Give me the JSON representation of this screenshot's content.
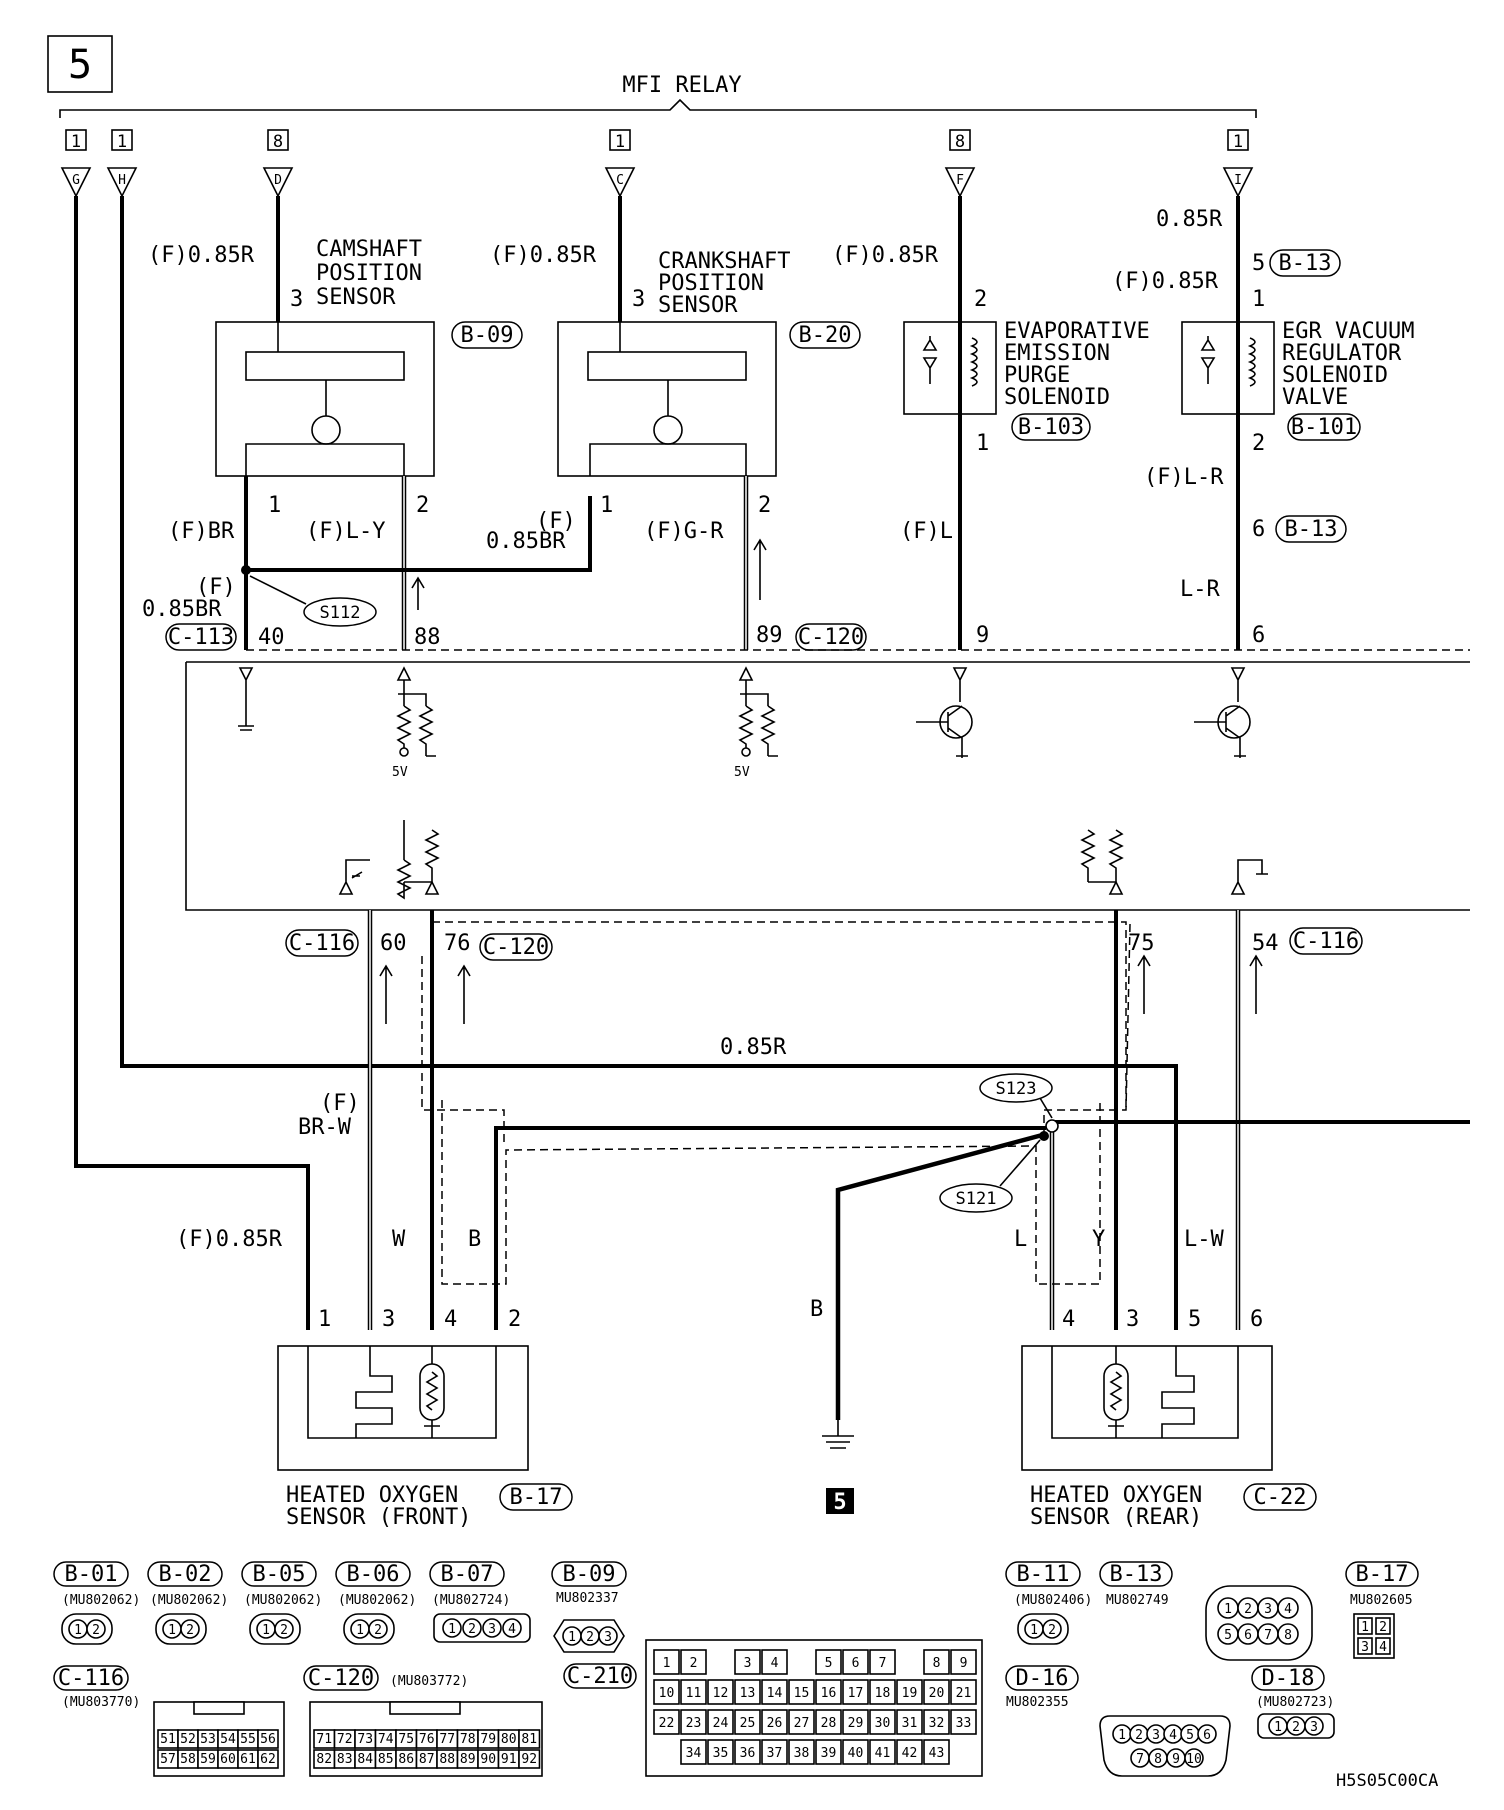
{
  "page_number": "5",
  "relay_label": "MFI RELAY",
  "top_terminals": [
    {
      "page": "1",
      "letter": "G"
    },
    {
      "page": "1",
      "letter": "H"
    },
    {
      "page": "8",
      "letter": "D"
    },
    {
      "page": "1",
      "letter": "C"
    },
    {
      "page": "8",
      "letter": "F"
    },
    {
      "page": "1",
      "letter": "I"
    }
  ],
  "components": {
    "camshaft": {
      "name": [
        "CAMSHAFT",
        "POSITION",
        "SENSOR"
      ],
      "connector": "B-09",
      "pin_power": "3",
      "pin_a": "1",
      "pin_b": "2"
    },
    "crankshaft": {
      "name": [
        "CRANKSHAFT",
        "POSITION",
        "SENSOR"
      ],
      "connector": "B-20",
      "pin_power": "3",
      "pin_a": "1",
      "pin_b": "2"
    },
    "evap": {
      "name": [
        "EVAPORATIVE",
        "EMISSION",
        "PURGE",
        "SOLENOID"
      ],
      "connector": "B-103",
      "pin_top": "2",
      "pin_bottom": "1"
    },
    "egr": {
      "name": [
        "EGR VACUUM",
        "REGULATOR",
        "SOLENOID",
        "VALVE"
      ],
      "connector": "B-101",
      "pin_top": "1",
      "pin_bottom": "2"
    },
    "o2_front": {
      "name": [
        "HEATED OXYGEN",
        "SENSOR (FRONT)"
      ],
      "connector": "B-17",
      "pins": [
        "1",
        "3",
        "4",
        "2"
      ]
    },
    "o2_rear": {
      "name": [
        "HEATED OXYGEN",
        "SENSOR (REAR)"
      ],
      "connector": "C-22",
      "pins": [
        "4",
        "3",
        "5",
        "6"
      ]
    }
  },
  "wire_labels": {
    "cam_power": "(F)0.85R",
    "crank_power": "(F)0.85R",
    "evap_power": "(F)0.85R",
    "egr_top": "0.85R",
    "egr_power": "(F)0.85R",
    "cam_1": "(F)BR",
    "cam_2": "(F)L-Y",
    "crank_1a": "(F)",
    "crank_1b": "0.85BR",
    "crank_2": "(F)G-R",
    "evap_1": "(F)L",
    "egr_2": "(F)L-R",
    "egr_6": "L-R",
    "ground_a": "(F)",
    "ground_b": "0.85BR",
    "heater_feed": "0.85R",
    "o2f_power": "(F)0.85R",
    "o2f_sig_a": "(F)",
    "o2f_sig_b": "BR-W",
    "o2f_w": "W",
    "o2f_b": "B",
    "o2r_l": "L",
    "o2r_y": "Y",
    "o2r_lw": "L-W",
    "ground_b_wire": "B"
  },
  "pin_numbers": {
    "egr_top_pin": "5",
    "egr_mid_pin": "6",
    "ecu_40": "40",
    "ecu_88": "88",
    "ecu_89": "89",
    "ecu_9": "9",
    "ecu_6": "6",
    "ecu_60": "60",
    "ecu_76": "76",
    "ecu_75": "75",
    "ecu_54": "54"
  },
  "connectors": {
    "b13_top": "B-13",
    "b13_mid": "B-13",
    "c113": "C-113",
    "c120_top": "C-120",
    "c116_left": "C-116",
    "c120_bottom": "C-120",
    "c116_right": "C-116"
  },
  "splices": {
    "s112": "S112",
    "s123": "S123",
    "s121": "S121"
  },
  "ecu_labels": {
    "v5_left": "5V",
    "v5_right": "5V"
  },
  "ground_number": "5",
  "legend": {
    "b01": {
      "label": "B-01",
      "part": "(MU802062)",
      "pins": [
        "1",
        "2"
      ]
    },
    "b02": {
      "label": "B-02",
      "part": "(MU802062)",
      "pins": [
        "1",
        "2"
      ]
    },
    "b05": {
      "label": "B-05",
      "part": "(MU802062)",
      "pins": [
        "1",
        "2"
      ]
    },
    "b06": {
      "label": "B-06",
      "part": "(MU802062)",
      "pins": [
        "1",
        "2"
      ]
    },
    "b07": {
      "label": "B-07",
      "part": "(MU802724)",
      "pins": [
        "1",
        "2",
        "3",
        "4"
      ]
    },
    "b09": {
      "label": "B-09",
      "part": "MU802337",
      "pins": [
        "1",
        "2",
        "3"
      ]
    },
    "c210": {
      "label": "C-210"
    },
    "b11": {
      "label": "B-11",
      "part": "(MU802406)",
      "pins": [
        "1",
        "2"
      ]
    },
    "b13": {
      "label": "B-13",
      "part": "MU802749",
      "pins": [
        "1",
        "2",
        "3",
        "4",
        "5",
        "6",
        "7",
        "8"
      ]
    },
    "b17": {
      "label": "B-17",
      "part": "MU802605",
      "pins": [
        "1",
        "2",
        "3",
        "4"
      ]
    },
    "c116": {
      "label": "C-116",
      "part": "(MU803770)",
      "pins_top": [
        "51",
        "52",
        "53",
        "54",
        "55",
        "56"
      ],
      "pins_bottom": [
        "57",
        "58",
        "59",
        "60",
        "61",
        "62"
      ]
    },
    "c120": {
      "label": "C-120",
      "part": "(MU803772)",
      "pins_top": [
        "71",
        "72",
        "73",
        "74",
        "75",
        "76",
        "77",
        "78",
        "79",
        "80",
        "81"
      ],
      "pins_bottom": [
        "82",
        "83",
        "84",
        "85",
        "86",
        "87",
        "88",
        "89",
        "90",
        "91",
        "92"
      ]
    },
    "d16": {
      "label": "D-16",
      "part": "MU802355",
      "pins_top": [
        "1",
        "2",
        "3",
        "4",
        "5",
        "6"
      ],
      "pins_bottom": [
        "7",
        "8",
        "9",
        "10"
      ]
    },
    "d18": {
      "label": "D-18",
      "part": "(MU802723)",
      "pins": [
        "1",
        "2",
        "3"
      ]
    },
    "c210_grid": [
      [
        "1",
        "2",
        "",
        "3",
        "4",
        "",
        "5",
        "6",
        "7",
        "",
        "8",
        "9"
      ],
      [
        "10",
        "11",
        "12",
        "13",
        "14",
        "15",
        "16",
        "17",
        "18",
        "19",
        "20",
        "21"
      ],
      [
        "22",
        "23",
        "24",
        "25",
        "26",
        "27",
        "28",
        "29",
        "30",
        "31",
        "32",
        "33"
      ],
      [
        "",
        "34",
        "35",
        "36",
        "37",
        "38",
        "39",
        "40",
        "41",
        "42",
        "43",
        ""
      ]
    ]
  },
  "doc_code": "H5S05C00CA"
}
